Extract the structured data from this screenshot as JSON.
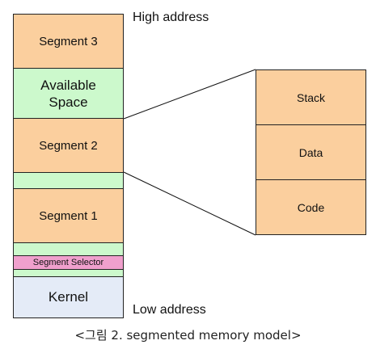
{
  "labels": {
    "high": "High address",
    "low": "Low address"
  },
  "memory": {
    "segment3": "Segment 3",
    "available_space": "Available\nSpace",
    "segment2": "Segment 2",
    "segment1": "Segment 1",
    "selector": "Segment Selector",
    "kernel": "Kernel"
  },
  "segment_detail": [
    "Stack",
    "Data",
    "Code"
  ],
  "caption": "<그림 2. segmented memory model>"
}
